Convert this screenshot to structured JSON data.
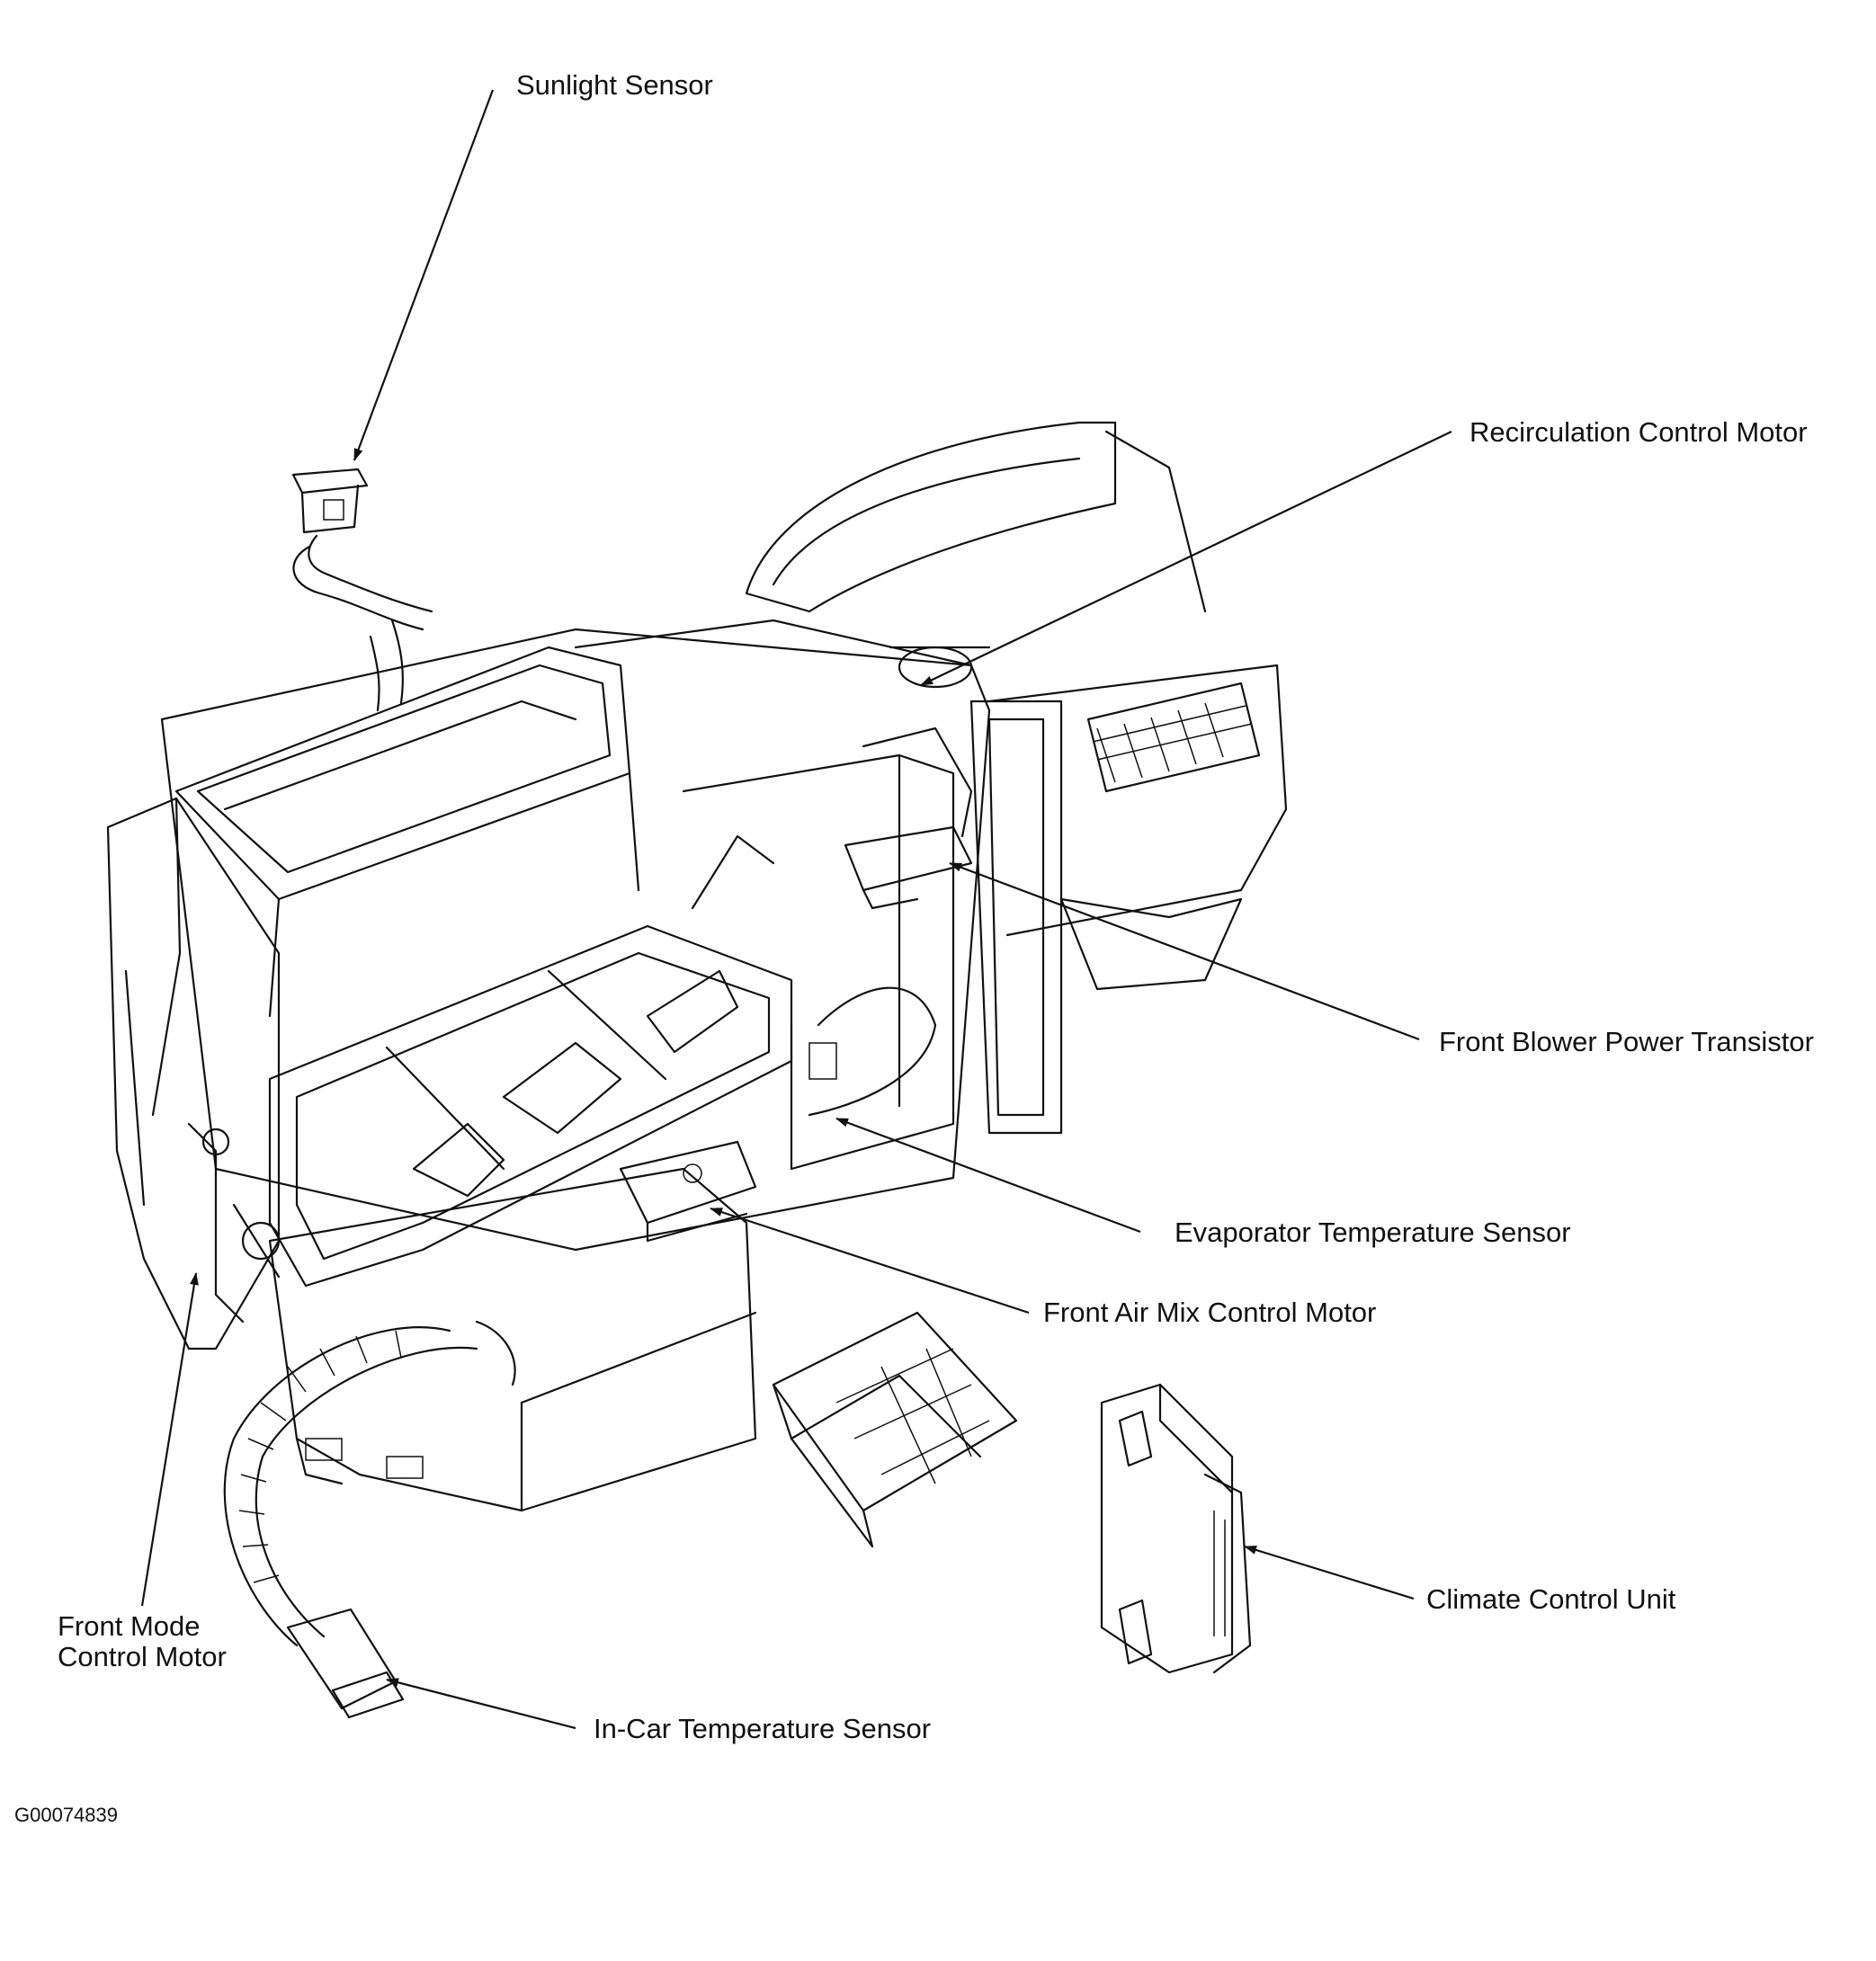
{
  "figure": {
    "id": "G00074839",
    "labels": {
      "sunlight_sensor": "Sunlight Sensor",
      "recirculation_control_motor": "Recirculation Control Motor",
      "front_blower_power_transistor": "Front Blower Power Transistor",
      "evaporator_temperature_sensor": "Evaporator Temperature Sensor",
      "front_air_mix_control_motor": "Front Air Mix Control Motor",
      "climate_control_unit": "Climate Control Unit",
      "front_mode_control_motor": "Front Mode Control Motor",
      "in_car_temperature_sensor": "In-Car Temperature Sensor"
    }
  }
}
